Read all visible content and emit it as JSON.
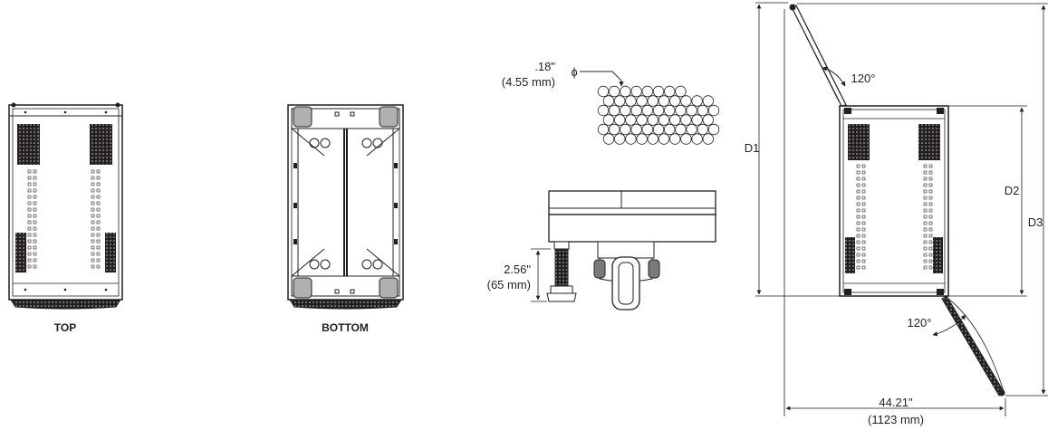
{
  "views": {
    "top_label": "TOP",
    "bottom_label": "BOTTOM"
  },
  "perforation": {
    "symbol": "ϕ",
    "size_in": ".18\"",
    "size_mm": "(4.55 mm)"
  },
  "leveler": {
    "height_in": "2.56\"",
    "height_mm": "(65 mm)"
  },
  "door_plan": {
    "angle_top": "120°",
    "angle_bottom": "120°",
    "d1": "D1",
    "d2": "D2",
    "d3": "D3",
    "width_in": "44.21\"",
    "width_mm": "(1123 mm)"
  }
}
